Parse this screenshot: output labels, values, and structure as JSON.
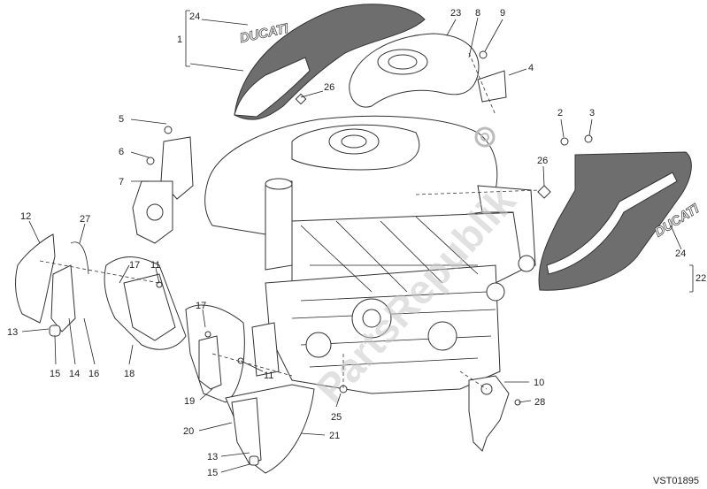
{
  "diagram": {
    "code": "VST01895",
    "watermark": "PartsRepublik",
    "decal_text": "DUCATI",
    "callouts": {
      "c1": "1",
      "c24a": "24",
      "c23": "23",
      "c8": "8",
      "c9": "9",
      "c4": "4",
      "c26a": "26",
      "c5": "5",
      "c6": "6",
      "c7": "7",
      "c2": "2",
      "c3": "3",
      "c26b": "26",
      "c12": "12",
      "c27": "27",
      "c17a": "17",
      "c11a": "11",
      "c24b": "24",
      "c22": "22",
      "c13a": "13",
      "c15a": "15",
      "c14": "14",
      "c16": "16",
      "c18": "18",
      "c17b": "17",
      "c11b": "11",
      "c10": "10",
      "c28": "28",
      "c19": "19",
      "c25": "25",
      "c20": "20",
      "c21": "21",
      "c13b": "13",
      "c15b": "15"
    }
  }
}
